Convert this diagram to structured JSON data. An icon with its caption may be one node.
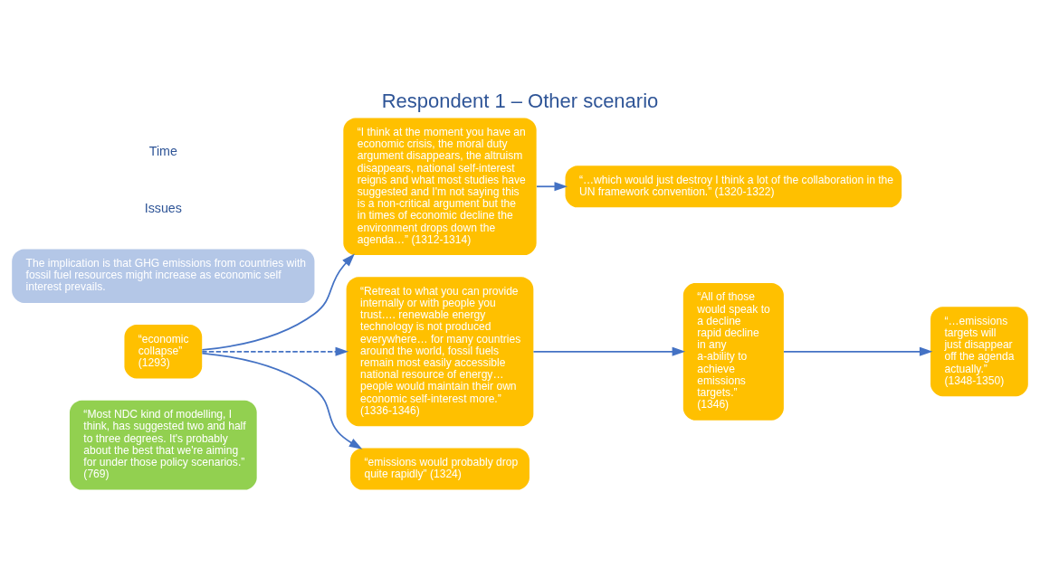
{
  "diagram": {
    "title": "Respondent 1 – Other scenario",
    "nodes": [
      {
        "text": [
          "“Most NDC kind of modelling, I think, has suggested two and half to three degrees. It's probably about the best that we're aiming for under those policy scenarios.” (769)"
        ]
      },
      {
        "text": [
          "“economic collapse” (1293)"
        ]
      },
      {
        "text": [
          "“I think at the moment you have an economic crisis, the moral duty argument disappears, the altruism disappears, national self-interest reigns and what most studies have suggested and I'm not saying this is a non-critical argument but the in times of economic decline the environment drops down the agenda…” (1312-1314)"
        ]
      },
      {
        "text": [
          "“…which would just destroy I think a lot of the collaboration in the UN framework convention.” (1320-1322)"
        ]
      },
      {
        "text": [
          "“Retreat to what you can provide internally or with people you trust…. renewable energy technology is not produced everywhere… for many countries around the world, fossil fuels remain most easily accessible national resource of energy… people would maintain their own economic self-interest more.” (1336-1346)"
        ]
      },
      {
        "text": [
          "“All of those would speak to a decline rapid decline in any a-ability to achieve emissions targets.” (1346)"
        ]
      },
      {
        "text": [
          "“…emissions targets will just disappear off the agenda actually.” (1348-1350)"
        ]
      },
      {
        "text": [
          "“emissions would probably drop quite rapidly” (1324)"
        ]
      },
      {
        "text": [
          "The implication is that GHG emissions from countries with fossil fuel resources might increase as economic self interest prevails."
        ]
      }
    ],
    "edges": [
      {
        "from": 1,
        "to": 2,
        "arrow": "to"
      },
      {
        "from": 1,
        "to": 4,
        "arrow": "to",
        "style": "dashed"
      },
      {
        "from": 1,
        "to": 7,
        "arrow": "to"
      },
      {
        "from": 2,
        "to": 3,
        "arrow": "to"
      },
      {
        "from": 4,
        "to": 5,
        "arrow": "to"
      },
      {
        "from": 5,
        "to": 6,
        "arrow": "to"
      }
    ],
    "labels": [
      "Issues",
      "Time"
    ]
  }
}
